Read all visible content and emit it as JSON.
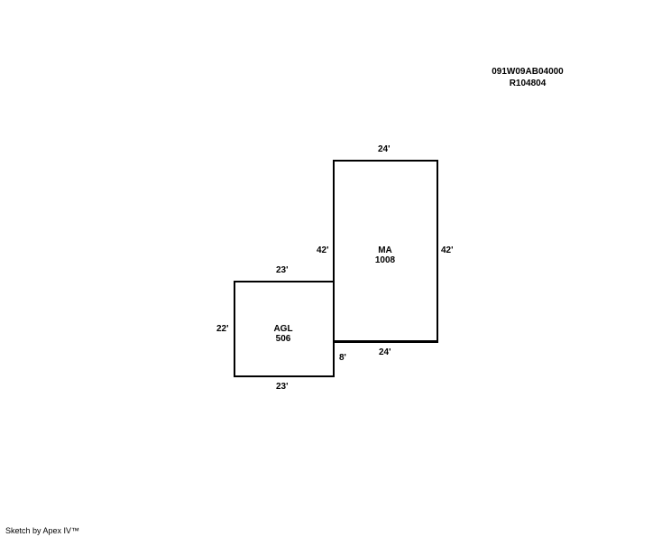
{
  "header": {
    "parcel_id": "091W09AB04000",
    "account_id": "R104804"
  },
  "rooms": {
    "ma": {
      "code": "MA",
      "area": "1008",
      "dims": {
        "top": "24'",
        "left": "42'",
        "right": "42'",
        "bottom": "24'"
      }
    },
    "agl": {
      "code": "AGL",
      "area": "506",
      "dims": {
        "top": "23'",
        "left": "22'",
        "bottom": "23'"
      }
    },
    "offset_dim": "8'"
  },
  "footer": {
    "credit": "Sketch by Apex IV™"
  }
}
